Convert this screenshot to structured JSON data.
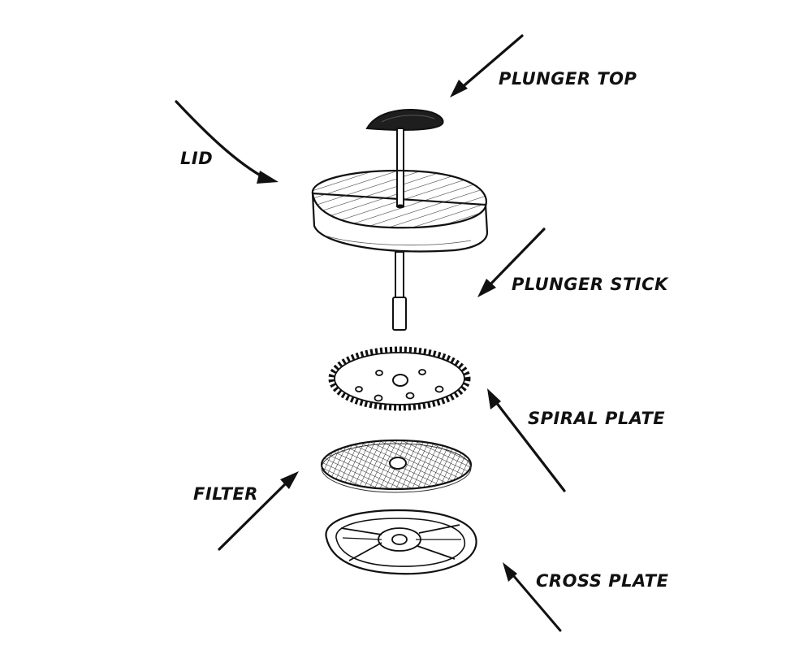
{
  "labels": {
    "plunger_top": "PLUNGER TOP",
    "lid": "LID",
    "plunger_stick": "PLUNGER STICK",
    "spiral_plate": "SPIRAL PLATE",
    "filter": "FILTER",
    "cross_plate": "CROSS PLATE"
  },
  "colors": {
    "ink": "#111111",
    "background": "#ffffff"
  }
}
